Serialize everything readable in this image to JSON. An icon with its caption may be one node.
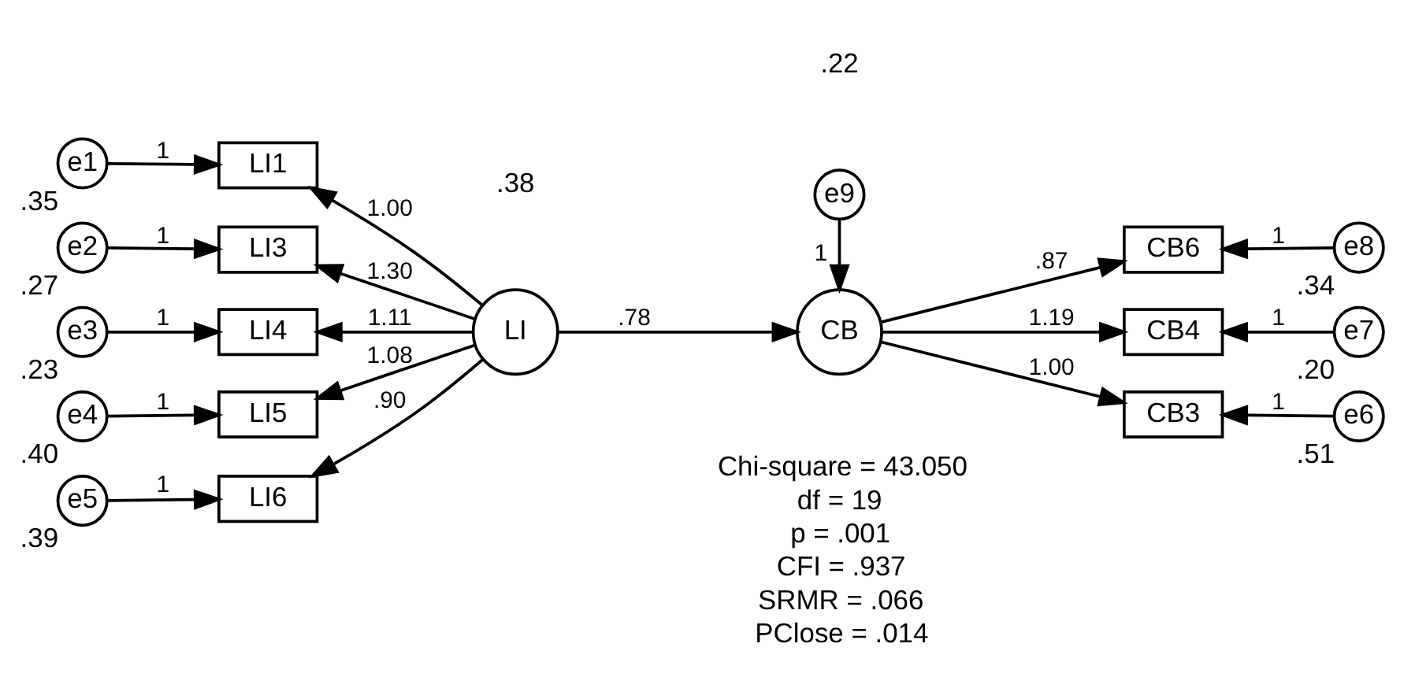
{
  "diagram": {
    "nodes": [
      {
        "text": [
          "e1"
        ],
        "beside": [
          ".35"
        ]
      },
      {
        "text": [
          "LI1"
        ]
      },
      {
        "text": [
          "e2"
        ],
        "beside": [
          ".27"
        ]
      },
      {
        "text": [
          "LI3"
        ]
      },
      {
        "text": [
          "e3"
        ],
        "beside": [
          ".23"
        ]
      },
      {
        "text": [
          "LI4"
        ]
      },
      {
        "text": [
          "e4"
        ],
        "beside": [
          ".40"
        ]
      },
      {
        "text": [
          "LI5"
        ]
      },
      {
        "text": [
          "e5"
        ],
        "beside": [
          ".39"
        ]
      },
      {
        "text": [
          "LI6"
        ]
      },
      {
        "text": [
          "LI"
        ],
        "beside": [
          ".38"
        ]
      },
      {
        "text": [
          "e9"
        ],
        "beside": [
          ".22"
        ]
      },
      {
        "text": [
          "CB"
        ]
      },
      {
        "text": [
          "CB6"
        ]
      },
      {
        "text": [
          "e8"
        ],
        "beside": [
          ".34"
        ]
      },
      {
        "text": [
          "CB4"
        ]
      },
      {
        "text": [
          "e7"
        ],
        "beside": [
          ".20"
        ]
      },
      {
        "text": [
          "CB3"
        ]
      },
      {
        "text": [
          "e6"
        ],
        "beside": [
          ".51"
        ]
      }
    ],
    "edges": [
      {
        "from": 0,
        "to": 1,
        "arrow": "to",
        "label": "1"
      },
      {
        "from": 2,
        "to": 3,
        "arrow": "to",
        "label": "1"
      },
      {
        "from": 4,
        "to": 5,
        "arrow": "to",
        "label": "1"
      },
      {
        "from": 6,
        "to": 7,
        "arrow": "to",
        "label": "1"
      },
      {
        "from": 8,
        "to": 9,
        "arrow": "to",
        "label": "1"
      },
      {
        "from": 10,
        "to": 1,
        "arrow": "to",
        "label": "1.00"
      },
      {
        "from": 10,
        "to": 3,
        "arrow": "to",
        "label": "1.30"
      },
      {
        "from": 10,
        "to": 5,
        "arrow": "to",
        "label": "1.11"
      },
      {
        "from": 10,
        "to": 7,
        "arrow": "to",
        "label": "1.08"
      },
      {
        "from": 10,
        "to": 9,
        "arrow": "to",
        "label": ".90"
      },
      {
        "from": 10,
        "to": 12,
        "arrow": "to",
        "label": ".78"
      },
      {
        "from": 11,
        "to": 12,
        "arrow": "to",
        "label": "1"
      },
      {
        "from": 12,
        "to": 13,
        "arrow": "to",
        "label": ".87"
      },
      {
        "from": 12,
        "to": 15,
        "arrow": "to",
        "label": "1.19"
      },
      {
        "from": 12,
        "to": 17,
        "arrow": "to",
        "label": "1.00"
      },
      {
        "from": 14,
        "to": 13,
        "arrow": "to",
        "label": "1"
      },
      {
        "from": 16,
        "to": 15,
        "arrow": "to",
        "label": "1"
      },
      {
        "from": 18,
        "to": 17,
        "arrow": "to",
        "label": "1"
      }
    ],
    "labels": [
      "Chi-square = 43.050",
      "df = 19",
      "p = .001",
      "CFI = .937",
      "SRMR = .066",
      "PClose = .014"
    ]
  }
}
